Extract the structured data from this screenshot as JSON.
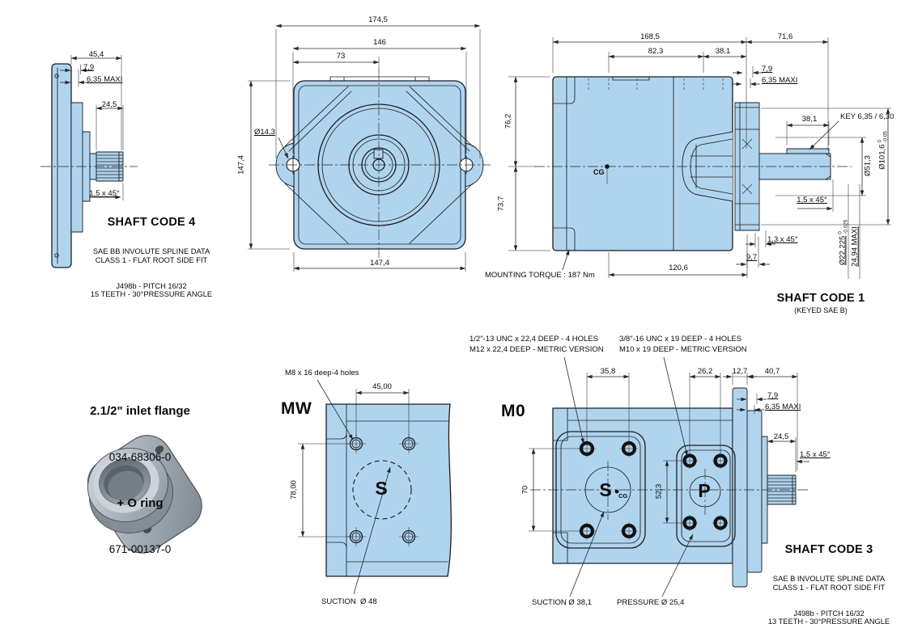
{
  "colors": {
    "body_fill": "#b0d4ee",
    "line": "#1a1e24",
    "text": "#0a0a0a",
    "part_image_gray": "#9aa3ac"
  },
  "shaft_code_4": {
    "title": "SHAFT CODE 4",
    "specs": [
      "SAE BB INVOLUTE SPLINE DATA",
      "CLASS 1 - FLAT ROOT SIDE FIT",
      "J498b - PITCH 16/32",
      "15 TEETH - 30°PRESSURE ANGLE"
    ],
    "dims": {
      "overall_length": "45,4",
      "pilot_step": "7,9",
      "washer_max": "6,35 MAXI",
      "spline_length": "24,5",
      "chamfer": "1,5 x 45°"
    }
  },
  "front_view": {
    "dims": {
      "overall_width": "174,5",
      "bolt_hole_spacing": "146",
      "bolt_hole_half_spacing": "73",
      "mounting_hole_dia": "Ø14,3",
      "overall_height": "147,4",
      "body_width": "147,4"
    }
  },
  "side_view": {
    "dims": {
      "body_length": "168,5",
      "shaft_end_length": "71,6",
      "port_position": "82,3",
      "rear_offset": "38,1",
      "step": "7,9",
      "washer_max": "6,35 MAXI",
      "upper_half_height": "76,2",
      "lower_half_height": "73,7",
      "key_length": "38,1",
      "shaft_dia": "Ø51,3",
      "pilot_dia": "Ø101,6",
      "pilot_tol_upper": "0",
      "pilot_tol_lower": "-0.05",
      "shaft_chamfer": "1,5 x 45°",
      "pilot_chamfer": "1,3 x 45°",
      "foot_depth": "9,7",
      "base_length": "120,6",
      "keyed_shaft_dia": "Ø22,225",
      "keyed_shaft_tol_upper": "0",
      "keyed_shaft_tol_lower": "-0.025",
      "key_height_max": "24,94 MAXI"
    },
    "key_note": "KEY 6,35 / 6,30",
    "cg_label": "CG",
    "torque_note": "MOUNTING TORQUE : 187 Nm",
    "title": "SHAFT CODE 1",
    "subtitle": "(KEYED SAE B)"
  },
  "inlet_flange": {
    "title": "2.1/2\" inlet flange",
    "part_number": "034-68306-0",
    "oring_label": "+ O ring",
    "oring_part_number": "671-00137-0"
  },
  "mw_view": {
    "label": "MW",
    "holes_note": "M8 x 16 deep-4 holes",
    "dims": {
      "hole_spacing_h": "45,00",
      "hole_spacing_v": "78,00"
    },
    "port_s": "S",
    "suction_note": "SUCTION  Ø 48"
  },
  "m0_view": {
    "label": "M0",
    "notes": {
      "suction_unc": "1/2\"-13 UNC x 22,4 DEEP - 4 HOLES",
      "suction_metric": "M12 x 22,4 DEEP - METRIC VERSION",
      "pressure_unc": "3/8\"-16 UNC x 19 DEEP - 4 HOLES",
      "pressure_metric": "M10 x 19 DEEP - METRIC VERSION"
    },
    "dims": {
      "s_hole_spacing_h": "35,8",
      "p_hole_spacing_h": "26,2",
      "flange_thickness": "12,7",
      "shaft_length": "40,7",
      "step": "7,9",
      "washer_max": "6,35 MAXI",
      "spline_length": "24,5",
      "chamfer": "1,5 x 45°",
      "s_hole_spacing_v": "70",
      "p_hole_spacing_v": "52,3"
    },
    "port_s": "S",
    "port_p": "P",
    "cg_label": "CG",
    "suction_note": "SUCTION Ø 38,1",
    "pressure_note": "PRESSURE Ø 25,4"
  },
  "shaft_code_3": {
    "title": "SHAFT CODE 3",
    "specs": [
      "SAE B INVOLUTE SPLINE DATA",
      "CLASS 1 - FLAT ROOT SIDE FIT",
      "J498b - PITCH 16/32",
      "13 TEETH - 30°PRESSURE ANGLE"
    ]
  }
}
